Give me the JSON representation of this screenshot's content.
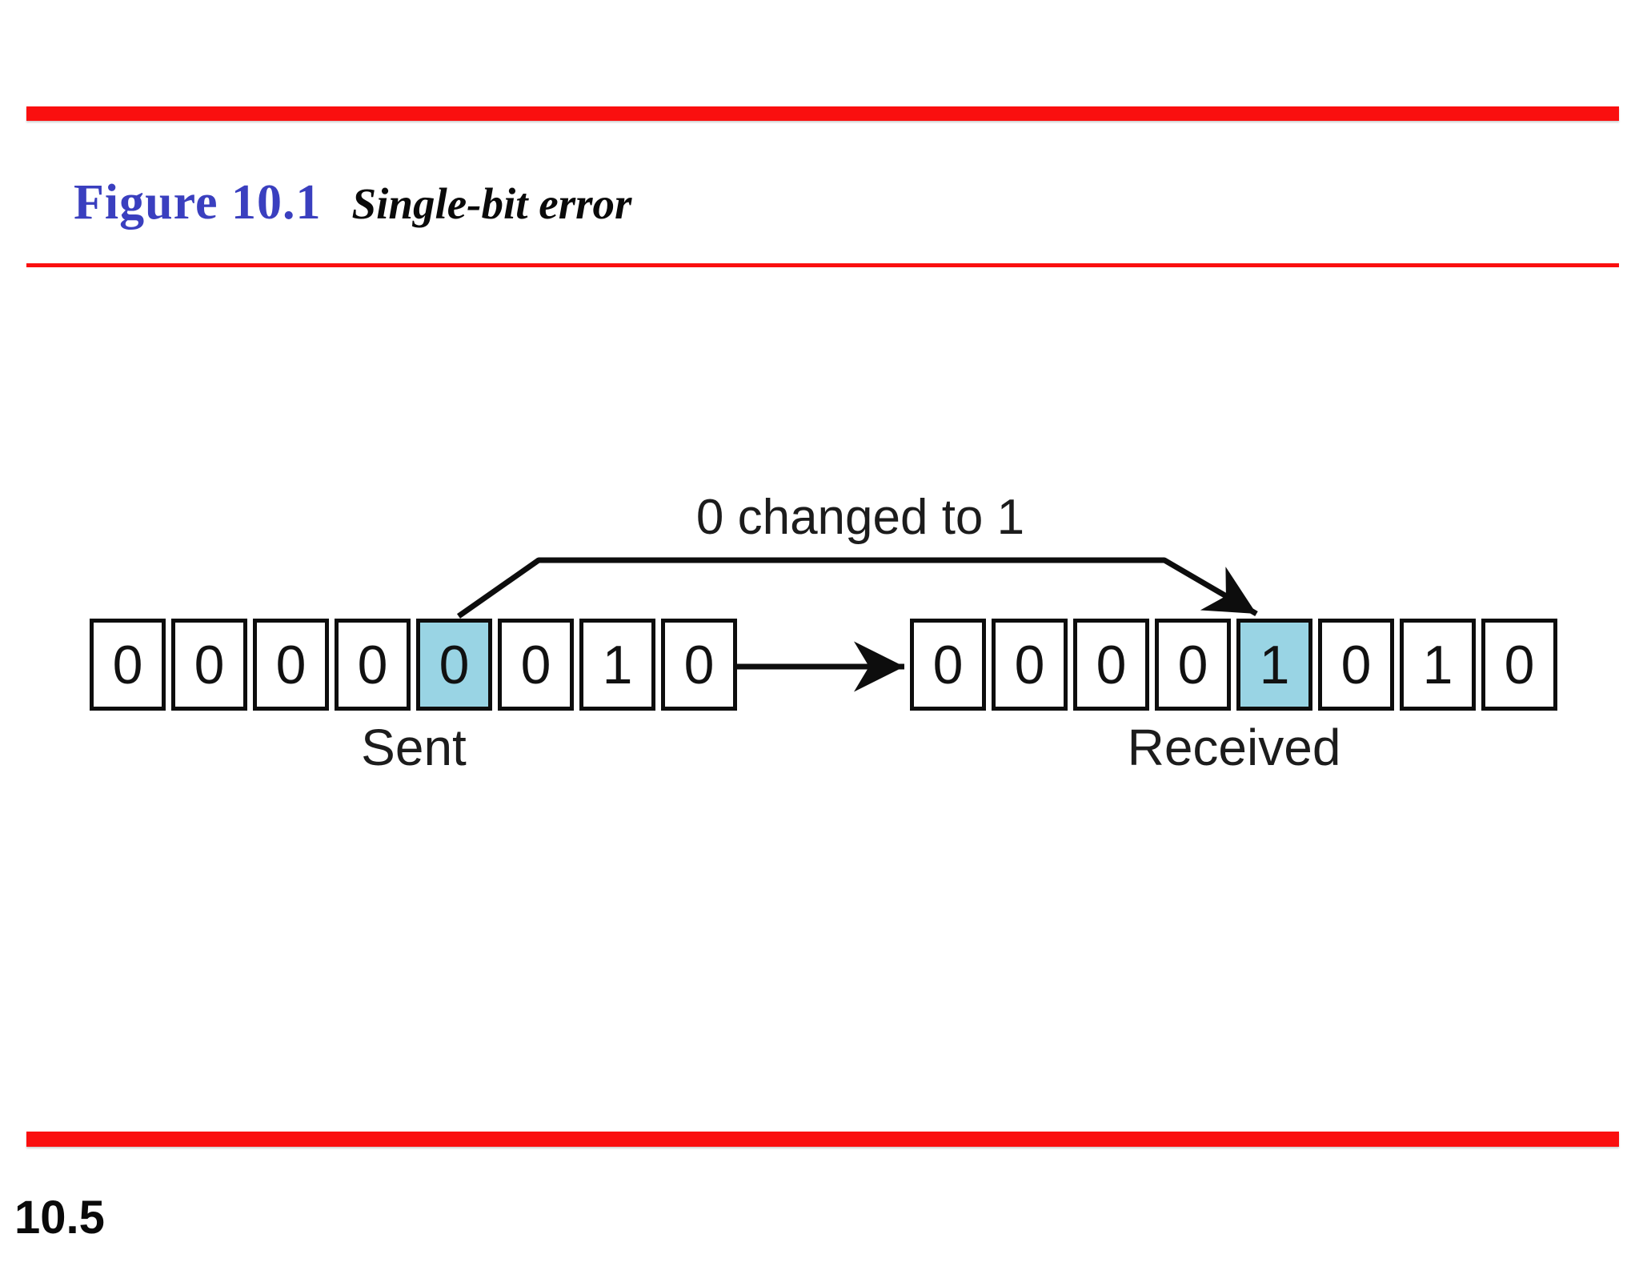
{
  "header": {
    "figure_label": "Figure 10.1",
    "figure_title": "Single-bit error"
  },
  "diagram": {
    "annotation": "0 changed to 1",
    "sent": {
      "label": "Sent",
      "bits": [
        "0",
        "0",
        "0",
        "0",
        "0",
        "0",
        "1",
        "0"
      ],
      "highlight_index": 4
    },
    "received": {
      "label": "Received",
      "bits": [
        "0",
        "0",
        "0",
        "0",
        "1",
        "0",
        "1",
        "0"
      ],
      "highlight_index": 4
    }
  },
  "footer": {
    "page_number": "10.5"
  },
  "colors": {
    "accent_red": "#fa0f0f",
    "figure_label_blue": "#3a3fbf",
    "bit_highlight_blue": "#99d4e4"
  }
}
